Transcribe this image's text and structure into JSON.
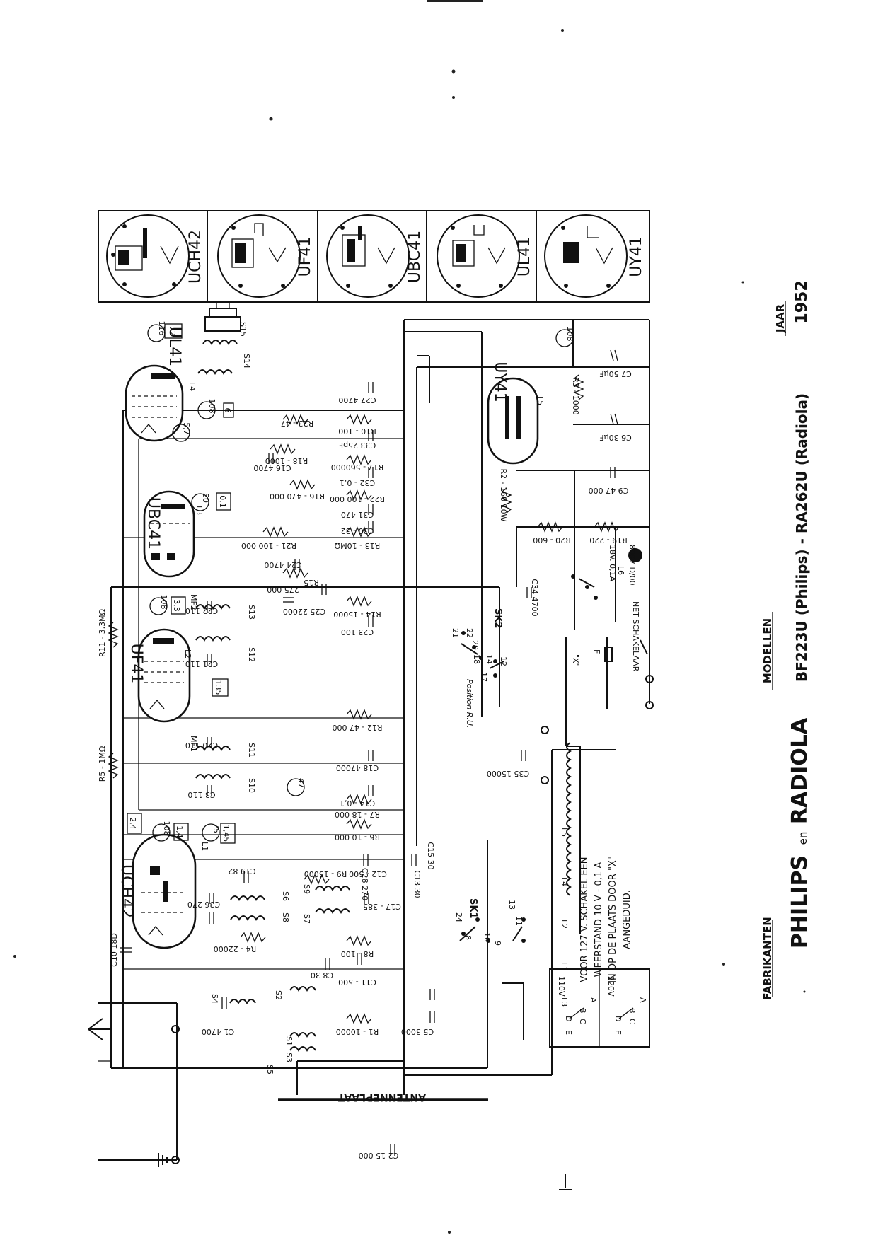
{
  "title_block": {
    "fabrikanten_label": "FABRIKANTEN",
    "manufacturers": "PHILIPS",
    "connector": "en",
    "manufacturer2": "RADIOLA",
    "modellen_label": "MODELLEN",
    "models": "BF223U (Philips) - RA262U (Radiola)",
    "jaar_label": "JAAR",
    "year": "1952"
  },
  "tube_base_diagrams": [
    "UCH42",
    "UF41",
    "UBC41",
    "UL41",
    "UY41"
  ],
  "tubes": {
    "uch42": "UCH42",
    "uf41": "UF41",
    "ubc41": "UBC41",
    "ul41": "UL41",
    "uy41": "UY41"
  },
  "labels": {
    "antenneplaat": "ANTENNEPLAAT",
    "note_line1": "VOOR 127 V. SCHAKEL EEN",
    "note_line2": "WEERSTAND 10 V - 0,1 A",
    "note_line3": "IN OP DE PLAATS DOOR \"X\"",
    "note_line4": "AANGEDUID.",
    "net_schakelaar": "NET SCHAKELAAR",
    "sk1": "SK1",
    "sk2": "SK2",
    "position_ru": "Position R.U.",
    "v110": "110V",
    "v220": "220V",
    "x_mark": "\"X\"",
    "pilot_lamp": "18V. 0,1A",
    "lamp_ref": "L6",
    "lamp_code": "8097 D/00",
    "fuse": "F"
  },
  "components": {
    "r1": "R1 - 10000",
    "r2": "R2 - 160 10W",
    "r3": "R3 - 1000",
    "r4": "R4 - 22000",
    "r5": "R5 - 1MΩ",
    "r6": "R6 - 10 000",
    "r7": "R7 - 18 000",
    "r8": "R8 - 100",
    "r9": "R9 - 15000",
    "r10": "R10 - 100",
    "r11": "R11 - 3,3MΩ",
    "r12": "R12 - 47 000",
    "r13": "R13 - 10MΩ",
    "r14": "R14 - 15000",
    "r15": "R15",
    "r15b": "275 000",
    "r16": "R16 - 470 000",
    "r17": "R17 - 560000",
    "r18": "R18 - 1000",
    "r19": "R19 - 220",
    "r20": "R20 - 600",
    "r21": "R21 - 100 000",
    "r22": "R22 - 100 000",
    "r23": "R23 - 47",
    "c1": "C1 4700",
    "c2": "C2 15 000",
    "c3": "C3 110",
    "c5": "C5 3000",
    "c7": "C7 50µF",
    "c8": "C8 30",
    "c10": "C10 18D",
    "c11": "C11 - 500",
    "c12": "C12 - 500",
    "c13": "C13 30",
    "c14": "C14 - 0,1",
    "c15": "C15 30",
    "c16": "C16 4700",
    "c17": "C17 - 385",
    "c18": "C18 47000",
    "c19": "C19 82",
    "c20": "C20 110",
    "c21": "C21 110",
    "c22": "C22 110",
    "c23": "C23 100",
    "c24": "C24 4700",
    "c25": "C25 22000",
    "c27": "C27 4700",
    "c28": "C28 270",
    "c30": "C30 - 32",
    "c31": "C31 470",
    "c32": "C32 - 0,1",
    "c33": "C33 25pF",
    "c34": "C34 4700",
    "c35": "C35 15000",
    "c36": "C36 270",
    "c6": "C6 30µF",
    "c9": "C9 47 000"
  },
  "coils": {
    "l1": "L1",
    "l2": "L2",
    "l3": "L3",
    "l4": "L4",
    "l5": "L5",
    "mf1": "MF1",
    "mf2": "MF2",
    "s1": "S1",
    "s2": "S2",
    "s3": "S3",
    "s4": "S4",
    "s5": "S5",
    "s6": "S6",
    "s7": "S7",
    "s8": "S8",
    "s9": "S9",
    "s10": "S10",
    "s11": "S11",
    "s12": "S12",
    "s13": "S13",
    "s14": "S14",
    "s15": "S15"
  },
  "voltages": {
    "v116": "116",
    "v72": "72",
    "v108a": "108",
    "v6": "6",
    "v57": "5,7",
    "v50": "50",
    "v01": "0,1",
    "v108b": "108",
    "v33": "3,3",
    "v135": "135",
    "v108c": "108",
    "v14": "1,4",
    "v24": "2,4",
    "v75": "75",
    "v145": "1,45",
    "v47": "47",
    "v108d": "108"
  },
  "bottom_band_labels": [
    "L3",
    "L1",
    "L2",
    "L4",
    "L5"
  ],
  "switch_contacts": [
    "21",
    "22",
    "20",
    "18",
    "14",
    "12",
    "17",
    "24",
    "13",
    "11",
    "10",
    "8",
    "9"
  ],
  "selector_110": [
    "E",
    "D",
    "C",
    "B",
    "A"
  ],
  "selector_220": [
    "E",
    "D",
    "C",
    "B",
    "A"
  ],
  "line_color": "#111111"
}
